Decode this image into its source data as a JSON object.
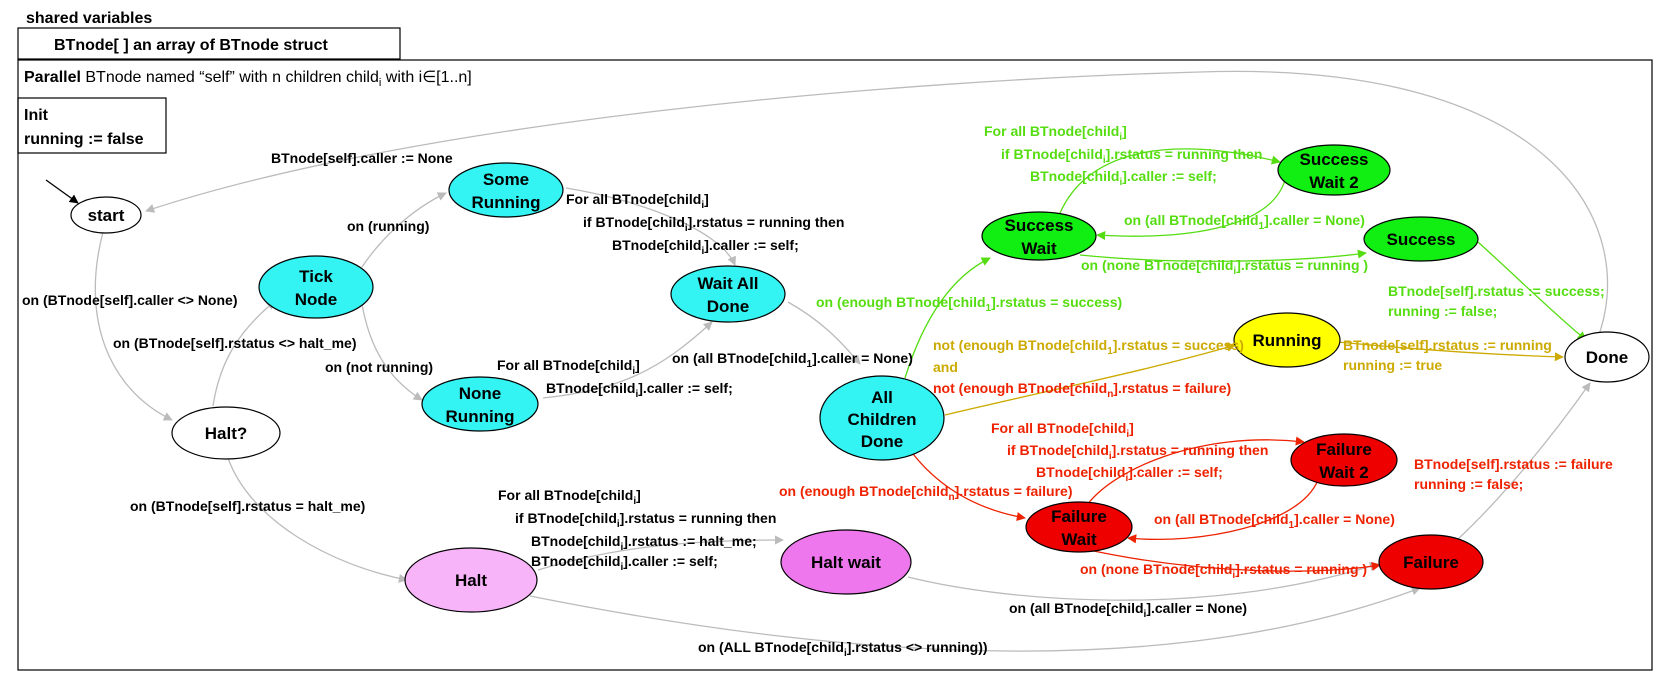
{
  "header": {
    "shared_title": "shared variables",
    "shared_array": "BTnode[ ] an array of BTnode struct"
  },
  "parallel": {
    "keyword": "Parallel",
    "desc_a": " BTnode named “self” with n children child",
    "desc_sub": "i",
    "desc_b": " with i∈[1..n]"
  },
  "init": {
    "title": "Init",
    "assign": "running := false"
  },
  "colors": {
    "cyan": "#33f3f3",
    "pink": "#f8b4f8",
    "magenta": "#ee77ee",
    "green": "#11ee11",
    "yellow": "#ffff00",
    "red": "#ee0000",
    "green_text": "#55dd11",
    "yellow_text": "#ccaa00",
    "red_text": "#ee2200",
    "edge_gray": "#bbbbbb"
  },
  "nodes": {
    "start": "start",
    "halt_q": "Halt?",
    "tick_1": "Tick",
    "tick_2": "Node",
    "some_1": "Some",
    "some_2": "Running",
    "none_1": "None",
    "none_2": "Running",
    "waitall_1": "Wait All",
    "waitall_2": "Done",
    "allc_1": "All",
    "allc_2": "Children",
    "allc_3": "Done",
    "halt": "Halt",
    "haltwait": "Halt wait",
    "sw_1": "Success",
    "sw_2": "Wait",
    "sw2_1": "Success",
    "sw2_2": "Wait 2",
    "success": "Success",
    "running": "Running",
    "done": "Done",
    "fw_1": "Failure",
    "fw_2": "Wait",
    "fw2_1": "Failure",
    "fw2_2": "Wait 2",
    "failure": "Failure"
  },
  "labels": {
    "caller_none": "BTnode[self].caller := None",
    "caller_not_none": "on (BTnode[self].caller <> None)",
    "on_running": "on (running)",
    "on_not_running": "on (not running)",
    "rstatus_not_halt": "on (BTnode[self].rstatus <> halt_me)",
    "rstatus_halt": "on (BTnode[self].rstatus = halt_me)",
    "sr_1a": "For all  BTnode[child",
    "sr_1b": "]",
    "sr_2a": "if  BTnode[child",
    "sr_2b": "].rstatus = running then",
    "sr_3a": "BTnode[child",
    "sr_3b": "].caller := self;",
    "nr_1a": "For all  BTnode[child",
    "nr_1b": "]",
    "nr_2a": "BTnode[child",
    "nr_2b": "].caller := self;",
    "wa_a": "on (all BTnode[child",
    "wa_b": "].caller = None)",
    "h_1a": "For all  BTnode[child",
    "h_1b": "]",
    "h_2a": "if  BTnode[child",
    "h_2b": "].rstatus = running then",
    "h_3a": "BTnode[child",
    "h_3b": "].rstatus := halt_me;",
    "h_4a": "BTnode[child",
    "h_4b": "].caller := self;",
    "hw_a": "on (all BTnode[child",
    "hw_b": "].caller  = None)",
    "hall_a": "on (ALL  BTnode[child",
    "hall_b": "].rstatus <> running))",
    "g_en_a": "on (",
    "g_en_b": "enough ",
    "g_en_c": "BTnode[child",
    "g_en_d": "].rstatus = success)",
    "g_fa_1a": "For all  BTnode[child",
    "g_fa_1b": "]",
    "g_fa_2a": "if  BTnode[child",
    "g_fa_2b": "].rstatus = running then",
    "g_fa_3a": "BTnode[child",
    "g_fa_3b": "].caller := self;",
    "g_all_a": "on (all BTnode[child",
    "g_all_b": "].caller = None)",
    "g_none_a": "on (none BTnode[child",
    "g_none_b": "].rstatus = running )",
    "g_set_1": "BTnode[self].rstatus := success;",
    "g_set_2": "running := false;",
    "y_1a": "not (enough BTnode[child",
    "y_1b": "].rstatus = success)",
    "y_and": "and",
    "y_2a": "not (enough BTnode[child",
    "y_2b": "].rstatus = failure)",
    "y_set_1": "BTnode[self].rstatus := running",
    "y_set_2": "running := true",
    "r_fa_1a": "For all  BTnode[child",
    "r_fa_1b": "]",
    "r_fa_2a": "if  BTnode[child",
    "r_fa_2b": "].rstatus = running then",
    "r_fa_3a": "BTnode[child",
    "r_fa_3b": "].caller := self;",
    "r_en_a": "on (enough BTnode[child",
    "r_en_b": "].rstatus = failure)",
    "r_all_a": "on (all BTnode[child",
    "r_all_b": "].caller = None)",
    "r_none_a": "on (none BTnode[child",
    "r_none_b": "].rstatus = running )",
    "r_set_1": "BTnode[self].rstatus := failure",
    "r_set_2": "running := false;",
    "sub_i": "i",
    "sub_1": "1",
    "sub_n": "n"
  }
}
